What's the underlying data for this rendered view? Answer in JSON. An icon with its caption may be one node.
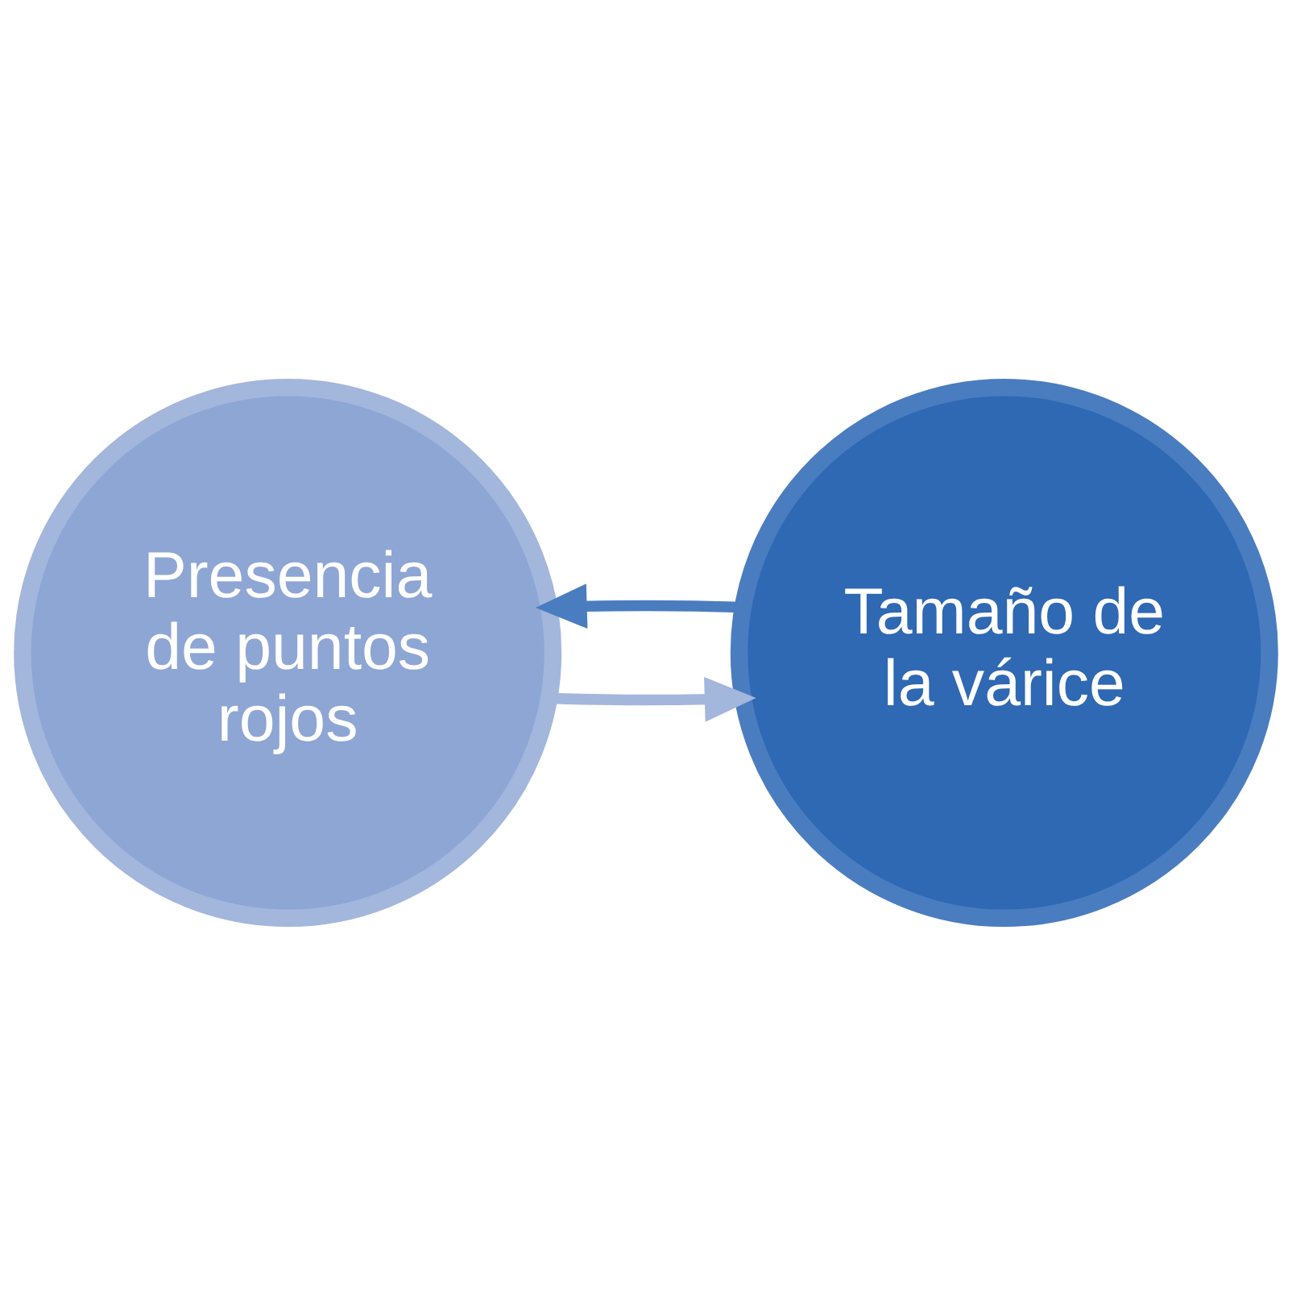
{
  "diagram": {
    "nodes": [
      {
        "text": [
          "Presencia de puntos rojos"
        ]
      },
      {
        "text": [
          "Tamaño de la várice"
        ]
      }
    ],
    "edges": [
      {
        "from": 0,
        "to": 1,
        "arrow": "to",
        "color": "#a3b6dc"
      },
      {
        "from": 1,
        "to": 0,
        "arrow": "to",
        "color": "#4a7dbf"
      }
    ]
  }
}
